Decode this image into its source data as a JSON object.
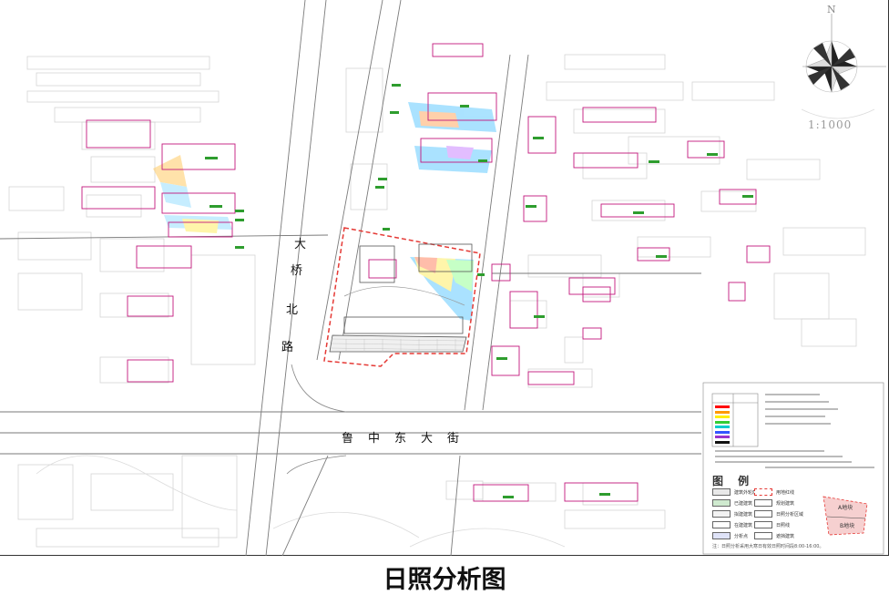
{
  "title": "日照分析图",
  "scale": "1:1000",
  "north": "N",
  "roads": {
    "vertical": [
      "大",
      "桥",
      "北",
      "路"
    ],
    "horizontal": [
      "鲁",
      "中",
      "东",
      "大",
      "街"
    ]
  },
  "legend": {
    "title": "图 例",
    "items": [
      {
        "label": "建筑外轮廓",
        "color": "#e8e8e8"
      },
      {
        "label": "用地红线",
        "color": "#e53935"
      },
      {
        "label": "已建建筑",
        "color": "#cfeacf"
      },
      {
        "label": "规划建筑",
        "color": "#ffffff"
      },
      {
        "label": "拟建建筑",
        "color": "#f3f3f3"
      },
      {
        "label": "日照分析区域",
        "color": "#ffffff"
      },
      {
        "label": "在建建筑",
        "color": "#ffffff"
      },
      {
        "label": "日照线",
        "color": "#ffffff"
      },
      {
        "label": "分析点",
        "color": "#dfe3f8"
      },
      {
        "label": "遮挡建筑",
        "color": "#ffffff"
      }
    ],
    "color_scale": [
      "#ff0000",
      "#ff9900",
      "#ffee00",
      "#33cc33",
      "#00cccc",
      "#3355ff",
      "#9933cc",
      "#111111"
    ],
    "note": "注：日照分析采用大寒日有效日照时间段8:00-16:00。"
  },
  "site_labels": [
    "A地块",
    "B地块"
  ],
  "colors": {
    "redline": "#e53935",
    "building_outline": "#c2187c",
    "base_lines": "#c9c9c9",
    "road_lines": "#777777"
  }
}
